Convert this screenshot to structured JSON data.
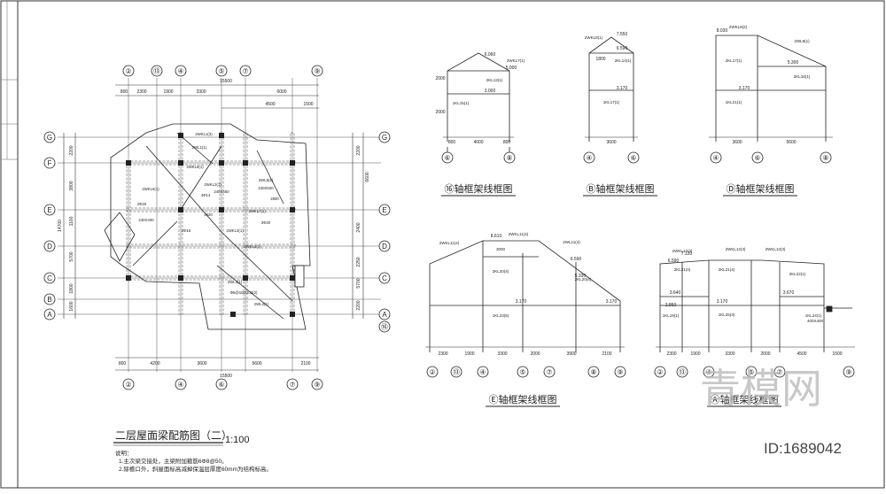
{
  "main_plan": {
    "title": "二层屋面梁配筋图（二）",
    "scale": "1:100",
    "notes_heading": "说明：",
    "notes": [
      "1.主次梁交接处，主梁附加箍筋6Φ8@50。",
      "2.除檐口外，斜屋面标高减掉保温层厚度60mm为结构标高。"
    ],
    "axes_top": [
      "②",
      "⑬",
      "④",
      "⑤",
      "⑦",
      "⑨"
    ],
    "axes_bottom": [
      "②",
      "④",
      "⑥",
      "⑦",
      "⑨"
    ],
    "axes_left": [
      "G",
      "F",
      "E",
      "D",
      "C",
      "B",
      "A"
    ],
    "axes_right": [
      "G",
      "E",
      "D",
      "C",
      "A",
      "⑯"
    ],
    "dims_top_total": "15500",
    "dims_top": [
      "800",
      "2300",
      "1900",
      "3300",
      "6000"
    ],
    "dims_top_2": [
      "4500",
      "1500"
    ],
    "dims_bottom": [
      "800",
      "4200",
      "3600",
      "5600",
      "2100"
    ],
    "dims_bottom_total": "15500",
    "dims_left_total": "14700",
    "dims_left": [
      "2200",
      "3800",
      "1100",
      "5700",
      "1800",
      "1600"
    ],
    "dims_right": [
      "2200",
      "2400",
      "2250",
      "5700",
      "2200"
    ],
    "dims_right_total": "6600",
    "beam_labels": [
      "2WKL1(3)",
      "2WL1(1)",
      "2WKL5(1)",
      "2WL6(1)",
      "2WKL2(1)",
      "2WKL7(1)",
      "2WKL3(1)",
      "2WKL4(1)",
      "2WL3(1)",
      "2WL2(1)",
      "2WKL6(1)",
      "240X500",
      "240X400",
      "240X450",
      "2800",
      "4820",
      "4Φ14",
      "2Φ16",
      "Φ8@100/200(2)",
      "2Φ20",
      "3Φ20"
    ]
  },
  "elevations": [
    {
      "title": "⑯轴框架线框图",
      "axes": [
        "⑥",
        "⑧"
      ],
      "dims": [
        "800",
        "4000",
        "800"
      ],
      "levels": [
        "6.060",
        "5.000",
        "3.000"
      ],
      "labels": [
        "2WKL7(1)",
        "2KL13(1)",
        "1KL15(1)"
      ],
      "dims_vert": [
        "2000",
        "2000"
      ]
    },
    {
      "title": "Ⓑ轴框架线框图",
      "axes": [
        "④",
        "⑥"
      ],
      "dims": [
        "3600"
      ],
      "levels": [
        "7.550",
        "6.590",
        "3.170"
      ],
      "labels": [
        "2WKL8(1)",
        "2KL14(1)",
        "1KL17(1)"
      ],
      "dims_vert": [
        "1800"
      ]
    },
    {
      "title": "Ⓓ轴框架线框图",
      "axes": [
        "④",
        "⑥",
        "⑧"
      ],
      "dims": [
        "3600",
        "5600"
      ],
      "levels": [
        "8.030",
        "5.300",
        "3.170"
      ],
      "labels": [
        "2WKL9(2)",
        "2WL8(1)",
        "2KL17(1)",
        "2KL18(1)",
        "1KL21(1)"
      ]
    },
    {
      "title": "Ⓔ轴框架线框图",
      "axes": [
        "②",
        "⑬",
        "④",
        "⑤",
        "⑦",
        "⑧",
        "⑨"
      ],
      "dims": [
        "2300",
        "1900",
        "3300",
        "2000",
        "3900",
        "2100"
      ],
      "levels": [
        "8.610",
        "6.590",
        "5.330",
        "3.170",
        "3.170"
      ],
      "labels": [
        "2WKL11(4)",
        "2WKL11(4)",
        "2KL20(4)",
        "2WL11(4)",
        "2KL20(4)",
        "1KL23(5)",
        "3000"
      ]
    },
    {
      "title": "Ⓐ轴框架线框图",
      "axes": [
        "②",
        "⑬",
        "④",
        "⑤",
        "⑦",
        "⑨"
      ],
      "dims": [
        "2300",
        "1900",
        "3300",
        "2000",
        "4500",
        "1500"
      ],
      "levels": [
        "7.120",
        "6.590",
        "3.640",
        "3.170",
        "2.850",
        "3.670"
      ],
      "labels": [
        "2WKL12(3)",
        "2WKL12(3)",
        "2WKL12(3)",
        "2KL21(4)",
        "2KL21(4)",
        "2KL22(1)",
        "1KL24(1)",
        "1KL25(3)",
        "1KL19(1)",
        "400X400"
      ]
    }
  ],
  "id_text": "ID:1689042",
  "watermark": "青模网"
}
